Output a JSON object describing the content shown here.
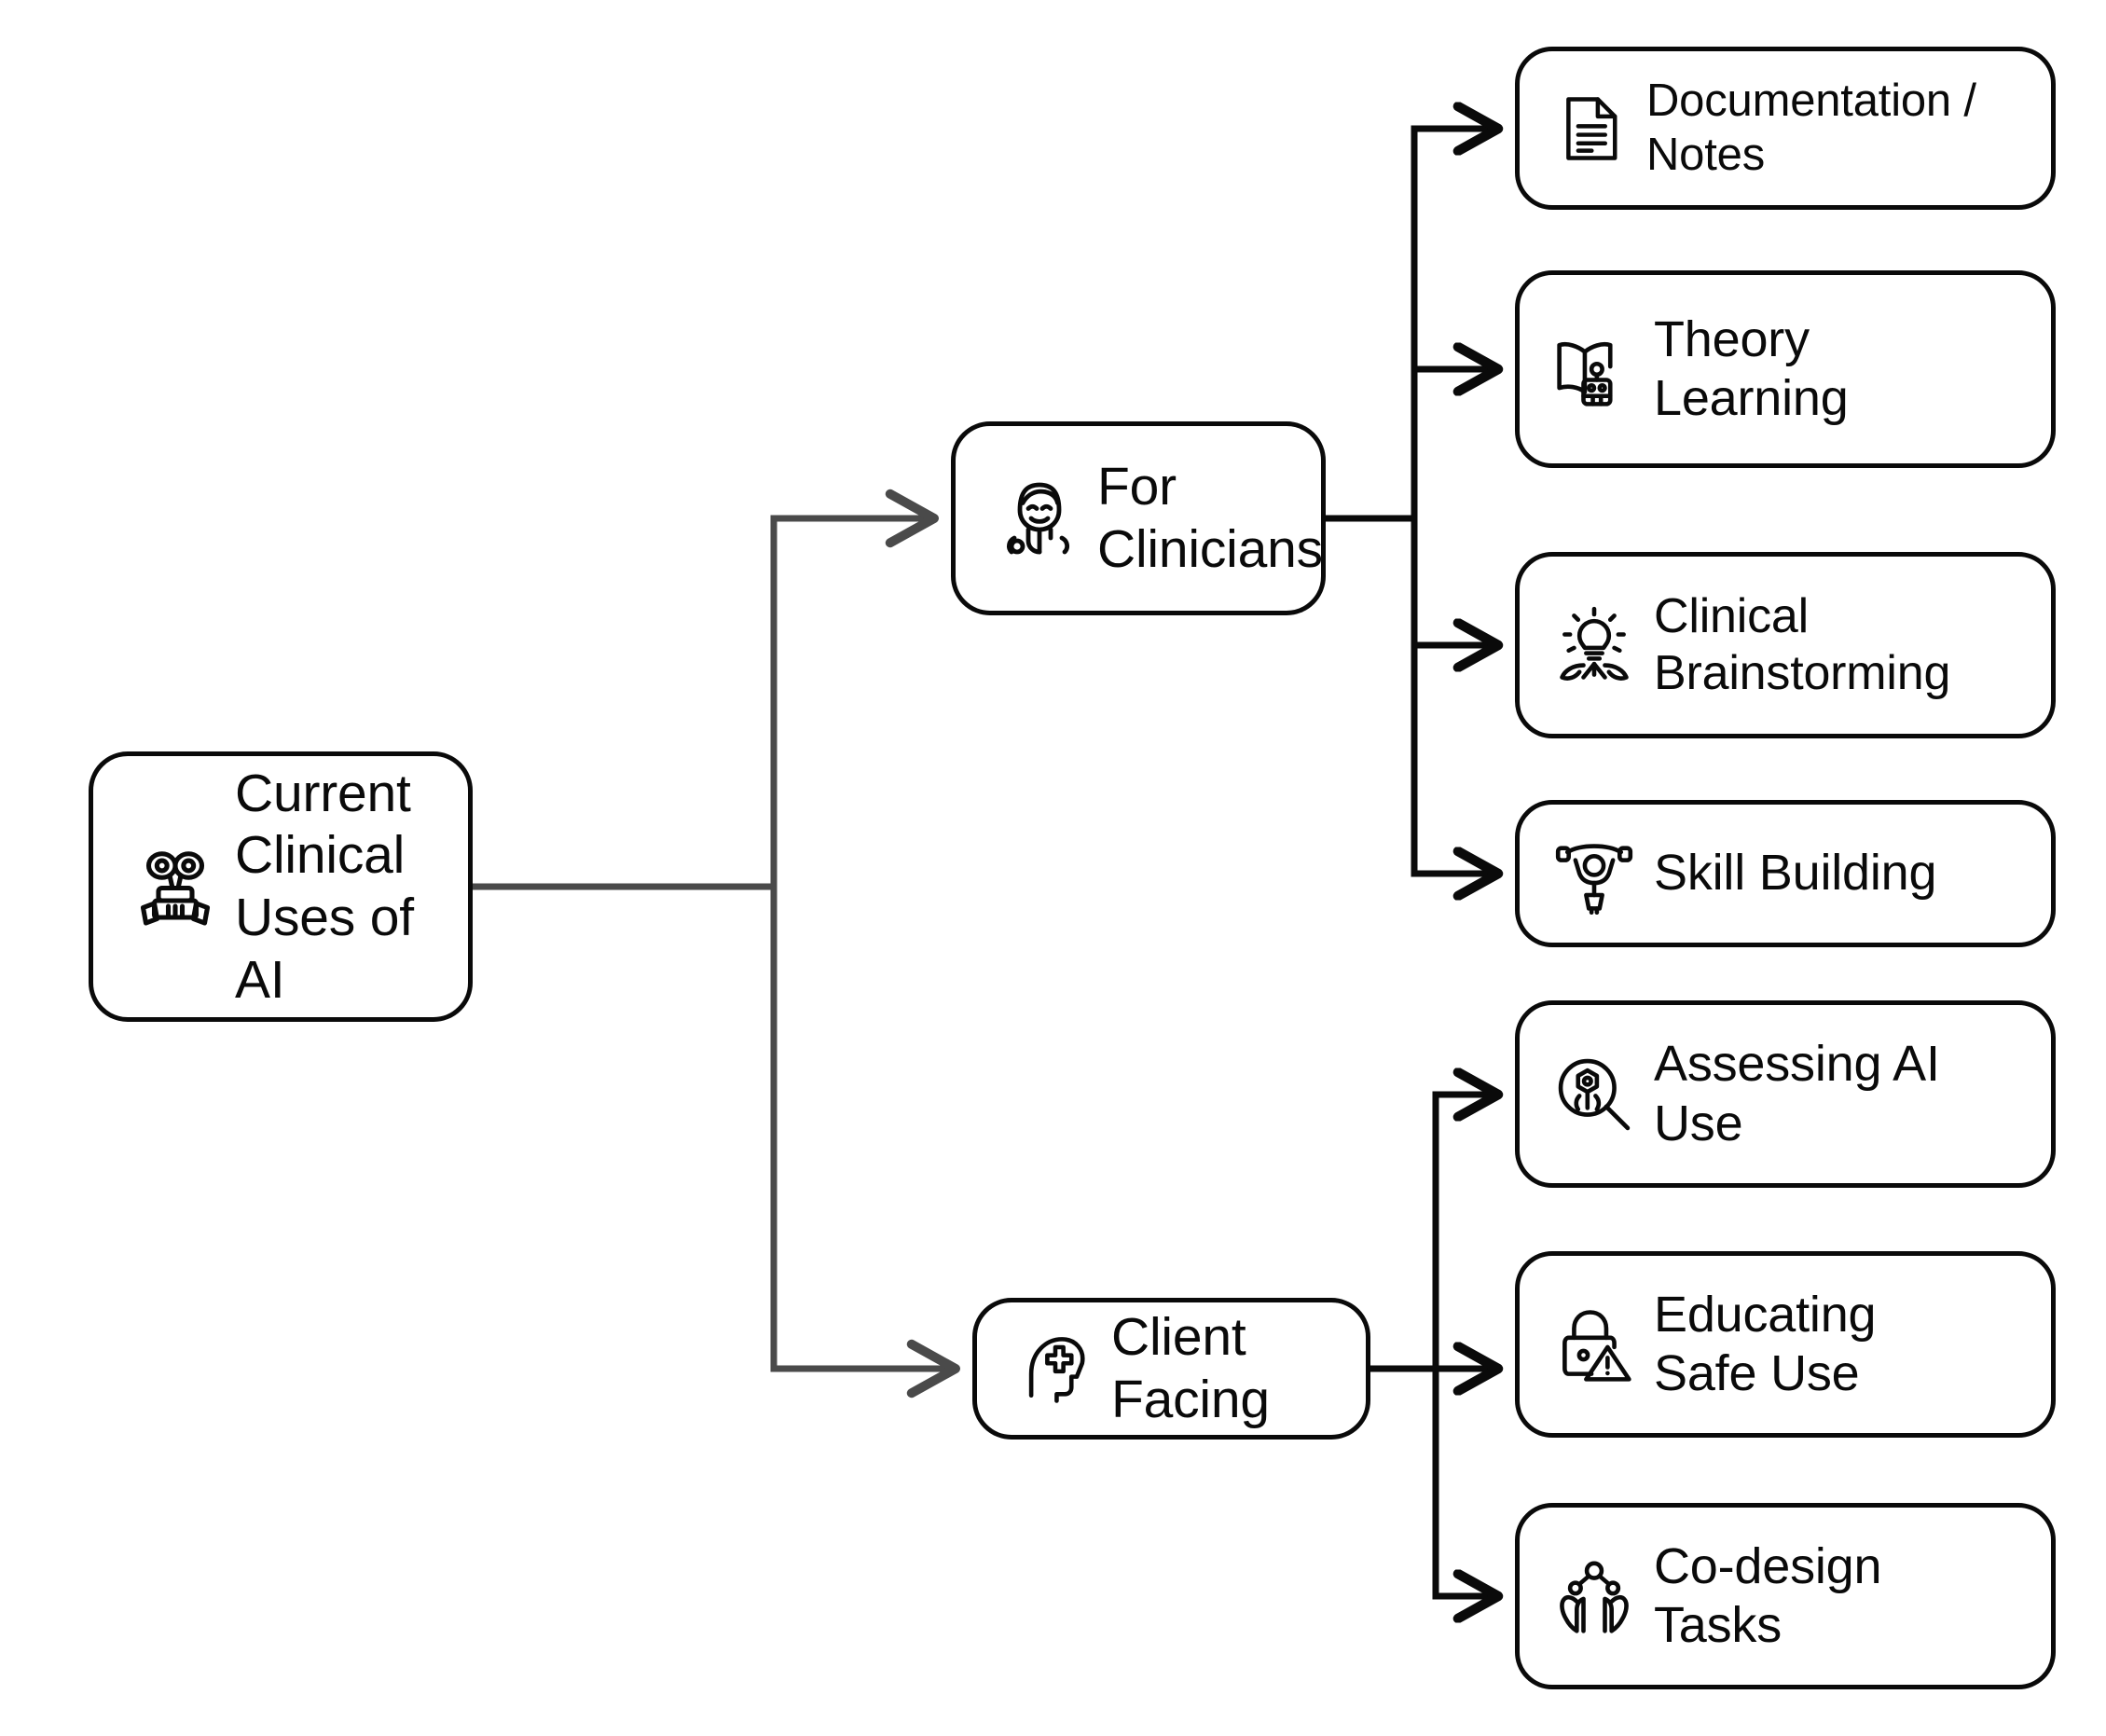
{
  "diagram": {
    "type": "flowchart",
    "orientation": "left-to-right",
    "background_color": "#ffffff",
    "node_border_color": "#0a0a0a",
    "root_edge_color": "#4a4a4a",
    "branch_edge_color": "#0a0a0a",
    "root": {
      "id": "root",
      "label": "Current Clinical\nUses of AI",
      "icon": "robot-icon"
    },
    "branches": [
      {
        "id": "clinicians",
        "label": "For\nClinicians",
        "icon": "doctor-stethoscope-icon",
        "children": [
          {
            "id": "doc",
            "label": "Documentation /\nNotes",
            "icon": "document-notes-icon"
          },
          {
            "id": "theory",
            "label": "Theory\nLearning",
            "icon": "book-robot-icon"
          },
          {
            "id": "brain",
            "label": "Clinical\nBrainstorming",
            "icon": "lightbulb-brainstorm-icon"
          },
          {
            "id": "skill",
            "label": "Skill Building",
            "icon": "weightlifter-icon"
          }
        ]
      },
      {
        "id": "client",
        "label": "Client Facing",
        "icon": "head-medical-cross-icon",
        "children": [
          {
            "id": "assess",
            "label": "Assessing AI\nUse",
            "icon": "magnifier-person-icon"
          },
          {
            "id": "educate",
            "label": "Educating\nSafe Use",
            "icon": "lock-warning-icon"
          },
          {
            "id": "codesign",
            "label": "Co-design\nTasks",
            "icon": "hands-network-icon"
          }
        ]
      }
    ],
    "edges": [
      {
        "from": "root",
        "to": "clinicians",
        "style": "elbow-arrow"
      },
      {
        "from": "root",
        "to": "client",
        "style": "elbow-arrow"
      },
      {
        "from": "clinicians",
        "to": "doc",
        "style": "elbow-arrow"
      },
      {
        "from": "clinicians",
        "to": "theory",
        "style": "elbow-arrow"
      },
      {
        "from": "clinicians",
        "to": "brain",
        "style": "elbow-arrow"
      },
      {
        "from": "clinicians",
        "to": "skill",
        "style": "elbow-arrow"
      },
      {
        "from": "client",
        "to": "assess",
        "style": "elbow-arrow"
      },
      {
        "from": "client",
        "to": "educate",
        "style": "elbow-arrow"
      },
      {
        "from": "client",
        "to": "codesign",
        "style": "elbow-arrow"
      }
    ]
  }
}
